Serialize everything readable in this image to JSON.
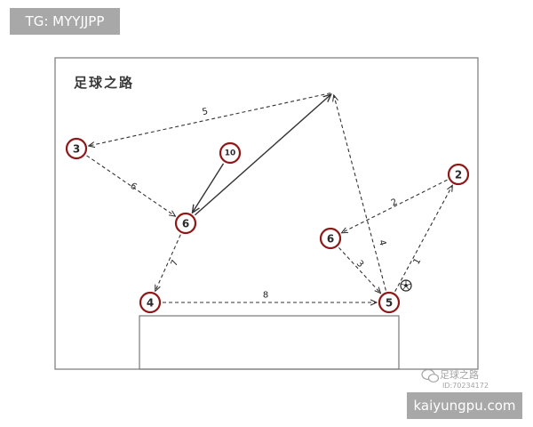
{
  "badges": {
    "top_left": "TG: MYYJJPP",
    "bottom_right": "kaiyungpu.com"
  },
  "diagram": {
    "title": "足球之路",
    "watermark": {
      "name": "足球之路",
      "id": "ID:70234172"
    },
    "colors": {
      "player_ring": "#8e1717",
      "line": "#333333"
    },
    "players": [
      {
        "key": "p3",
        "number": "3"
      },
      {
        "key": "p10",
        "number": "10"
      },
      {
        "key": "p6_left",
        "number": "6"
      },
      {
        "key": "p4",
        "number": "4"
      },
      {
        "key": "p5",
        "number": "5"
      },
      {
        "key": "p6_right",
        "number": "6"
      },
      {
        "key": "p2",
        "number": "2"
      }
    ],
    "passes": [
      {
        "key": "pass-10-6",
        "style": "solid",
        "label": ""
      },
      {
        "key": "run-6-top",
        "style": "solid",
        "label": ""
      },
      {
        "key": "pass-top-3",
        "style": "dashed",
        "label": "5"
      },
      {
        "key": "pass-3-6",
        "style": "dashed",
        "label": "6"
      },
      {
        "key": "pass-6-4",
        "style": "dashed",
        "label": "7"
      },
      {
        "key": "pass-4-5",
        "style": "dashed",
        "label": "8"
      },
      {
        "key": "pass-5-2",
        "style": "dashed",
        "label": "1"
      },
      {
        "key": "pass-2-6",
        "style": "dashed",
        "label": "2"
      },
      {
        "key": "pass-6-5",
        "style": "dashed",
        "label": "3"
      },
      {
        "key": "run-5-top",
        "style": "dashed",
        "label": "4"
      }
    ],
    "ball_icon": "soccer-ball-icon"
  }
}
